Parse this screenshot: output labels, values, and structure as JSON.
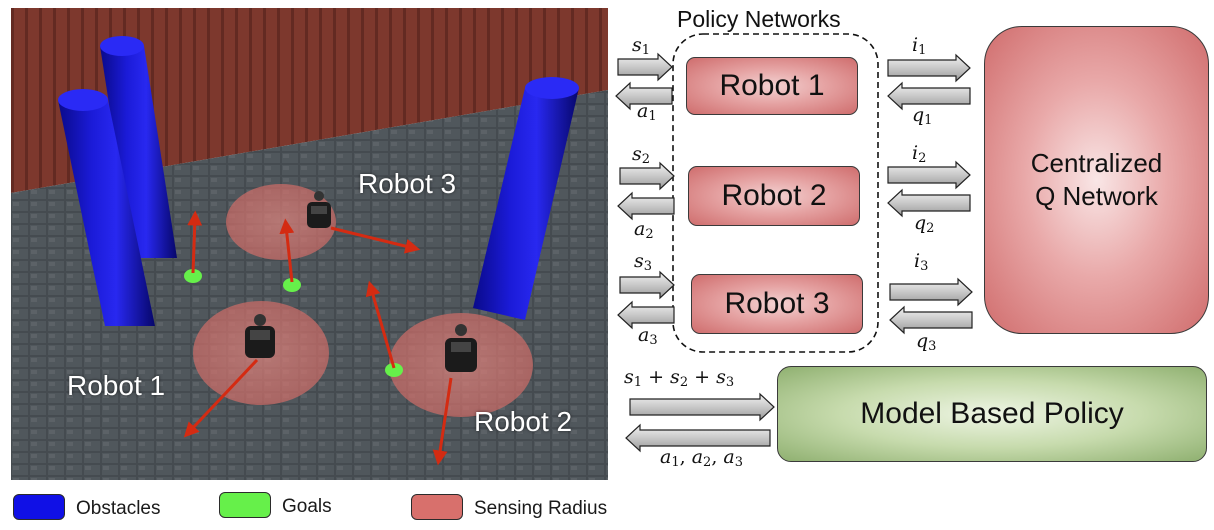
{
  "scene": {
    "labels": {
      "robot1": "Robot 1",
      "robot2": "Robot 2",
      "robot3": "Robot 3"
    }
  },
  "legend": [
    {
      "label": "Obstacles",
      "color": "#1010e6"
    },
    {
      "label": "Goals",
      "color": "#66f04a"
    },
    {
      "label": "Sensing Radius",
      "color": "#d8706c"
    }
  ],
  "diagram": {
    "policy_title": "Policy Networks",
    "robots": [
      "Robot 1",
      "Robot 2",
      "Robot 3"
    ],
    "inputs": [
      {
        "s": "s",
        "s_sub": "1",
        "a": "a",
        "a_sub": "1",
        "i": "i",
        "i_sub": "1",
        "q": "q",
        "q_sub": "1"
      },
      {
        "s": "s",
        "s_sub": "2",
        "a": "a",
        "a_sub": "2",
        "i": "i",
        "i_sub": "2",
        "q": "q",
        "q_sub": "2"
      },
      {
        "s": "s",
        "s_sub": "3",
        "a": "a",
        "a_sub": "3",
        "i": "i",
        "i_sub": "3",
        "q": "q",
        "q_sub": "3"
      }
    ],
    "qnet_line1": "Centralized",
    "qnet_line2": "Q Network",
    "model_policy": "Model Based Policy",
    "sum_terms": [
      "s",
      "1",
      " + ",
      "s",
      "2",
      " + ",
      "s",
      "3"
    ],
    "action_terms": [
      "a",
      "1",
      ", ",
      "a",
      "2",
      ", ",
      "a",
      "3"
    ]
  },
  "colors": {
    "robot_fill": "#e5a2a2",
    "qnet_fill": "#e9a9a9",
    "model_fill": "#c7dbad",
    "arrow_fill": "#c8c8c8"
  }
}
